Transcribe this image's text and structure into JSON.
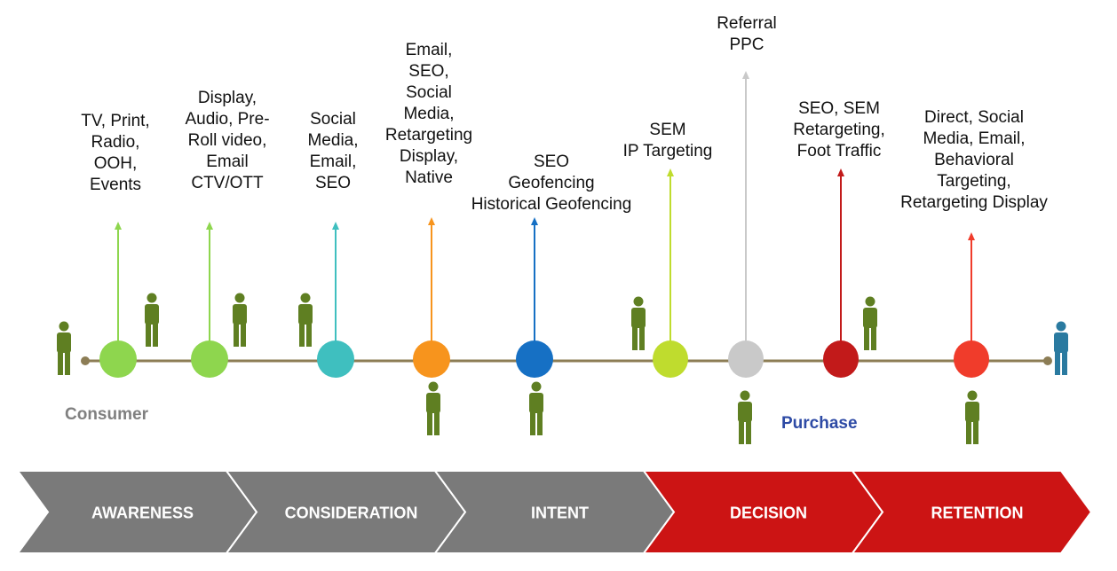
{
  "timeline": {
    "start_label": "Consumer",
    "purchase_label": "Purchase",
    "line_color": "#8c7d55",
    "figure_color": "#5f7f22",
    "final_figure_color": "#2a7aa0"
  },
  "touchpoints": [
    {
      "lines": [
        "TV, Print,",
        "Radio,",
        "OOH,",
        "Events"
      ],
      "color": "#8ed64e"
    },
    {
      "lines": [
        "Display,",
        "Audio, Pre-",
        "Roll video,",
        "Email",
        "CTV/OTT"
      ],
      "color": "#8ed64e"
    },
    {
      "lines": [
        "Social",
        "Media,",
        "Email,",
        "SEO"
      ],
      "color": "#3fbfbf"
    },
    {
      "lines": [
        "Email,",
        "SEO,",
        "Social",
        "Media,",
        "Retargeting",
        "Display,",
        "Native"
      ],
      "color": "#f7941d"
    },
    {
      "lines": [
        "SEO",
        "Geofencing",
        "Historical Geofencing"
      ],
      "color": "#1670c4"
    },
    {
      "lines": [
        "SEM",
        "IP Targeting"
      ],
      "color": "#bfdc2e"
    },
    {
      "lines": [
        "Referral",
        "PPC"
      ],
      "color": "#c9c9c9"
    },
    {
      "lines": [
        "SEO, SEM",
        "Retargeting,",
        "Foot Traffic"
      ],
      "color": "#c21a1a"
    },
    {
      "lines": [
        "Direct, Social",
        "Media, Email,",
        "Behavioral",
        "Targeting,",
        "Retargeting Display"
      ],
      "color": "#f03c2b"
    }
  ],
  "stages": [
    {
      "label": "AWARENESS",
      "color": "#7a7a7a"
    },
    {
      "label": "CONSIDERATION",
      "color": "#7a7a7a"
    },
    {
      "label": "INTENT",
      "color": "#7a7a7a"
    },
    {
      "label": "DECISION",
      "color": "#cc1414"
    },
    {
      "label": "RETENTION",
      "color": "#cc1414"
    }
  ]
}
